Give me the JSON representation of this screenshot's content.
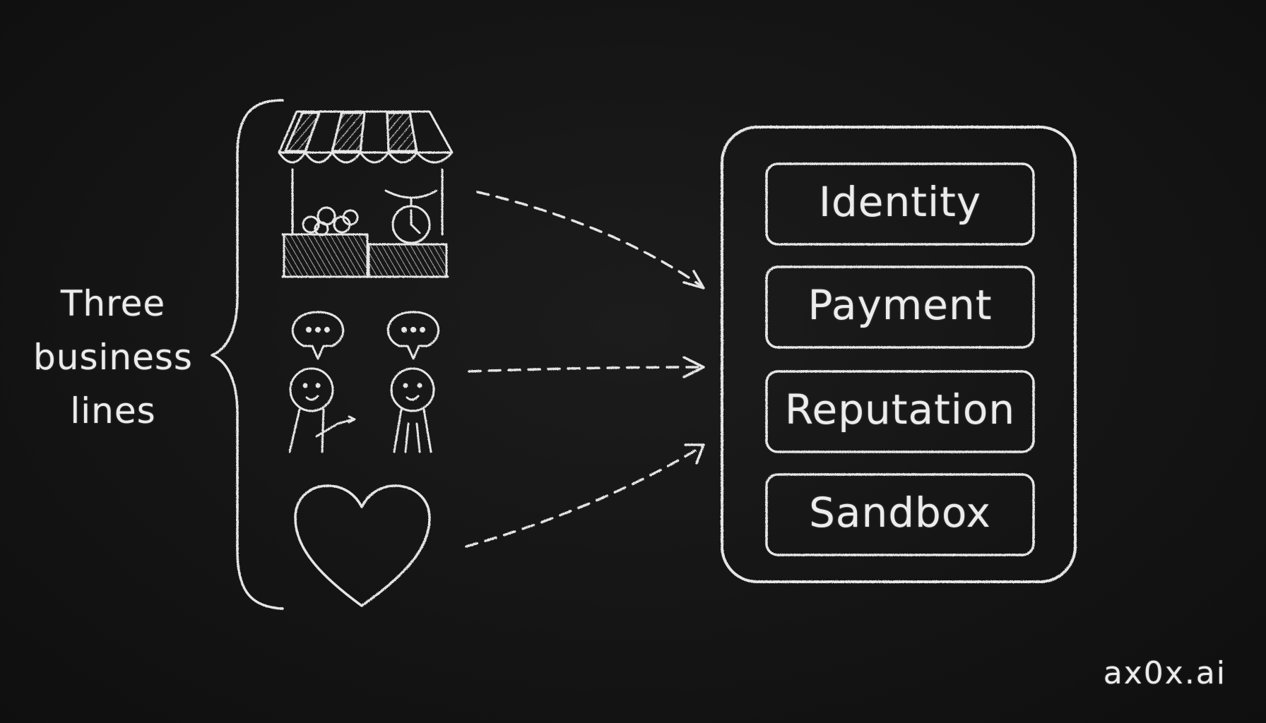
{
  "group_label": {
    "line1": "Three",
    "line2": "business",
    "line3": "lines"
  },
  "business_lines": [
    {
      "icon": "market-stall-icon"
    },
    {
      "icon": "people-chatting-icon"
    },
    {
      "icon": "heart-icon"
    }
  ],
  "platform": {
    "services": [
      {
        "label": "Identity"
      },
      {
        "label": "Payment"
      },
      {
        "label": "Reputation"
      },
      {
        "label": "Sandbox"
      }
    ]
  },
  "brand": "ax0x.ai",
  "colors": {
    "background": "#121212",
    "chalk": "#e6e6e6"
  }
}
